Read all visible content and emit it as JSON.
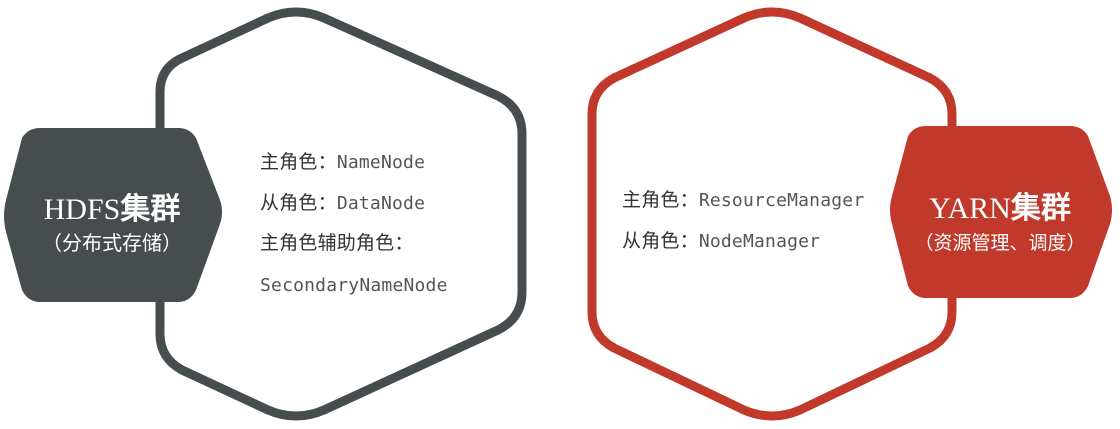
{
  "colors": {
    "hdfs_outline": "#474c4f",
    "hdfs_fill": "#474c4f",
    "yarn_outline": "#c0392b",
    "yarn_fill": "#c0392b",
    "text_dark": "#333333",
    "badge_text": "#ffffff"
  },
  "hdfs": {
    "title_latin": "HDFS",
    "title_cjk": "集群",
    "subtitle": "（分布式存储）",
    "lines": [
      {
        "label": "主角色：",
        "value": "NameNode"
      },
      {
        "label": "从角色：",
        "value": "DataNode"
      },
      {
        "label": "主角色辅助角色：",
        "value": ""
      },
      {
        "label": "",
        "value": "SecondaryNameNode"
      }
    ]
  },
  "yarn": {
    "title_latin": "YARN",
    "title_cjk": "集群",
    "subtitle": "（资源管理、调度）",
    "lines": [
      {
        "label": "主角色：",
        "value": "ResourceManager"
      },
      {
        "label": "从角色：",
        "value": "NodeManager"
      }
    ]
  }
}
